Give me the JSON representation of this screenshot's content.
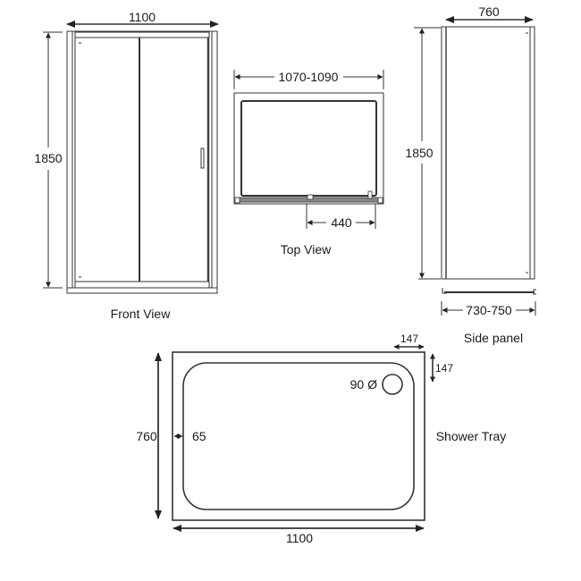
{
  "front_view": {
    "caption": "Front View",
    "width_label": "1100",
    "height_label": "1850"
  },
  "top_view": {
    "caption": "Top View",
    "width_label": "1070-1090",
    "opening_label": "440"
  },
  "side_panel": {
    "caption": "Side panel",
    "width_label": "760",
    "height_label": "1850",
    "adjust_label": "730-750"
  },
  "shower_tray": {
    "caption": "Shower Tray",
    "length_label": "1100",
    "width_label": "760",
    "rim_label": "65",
    "waste_offset_x_label": "147",
    "waste_offset_y_label": "147",
    "waste_diameter_label": "90 Ø"
  },
  "colors": {
    "line": "#333333",
    "text": "#1a1a1a",
    "background": "#ffffff"
  }
}
